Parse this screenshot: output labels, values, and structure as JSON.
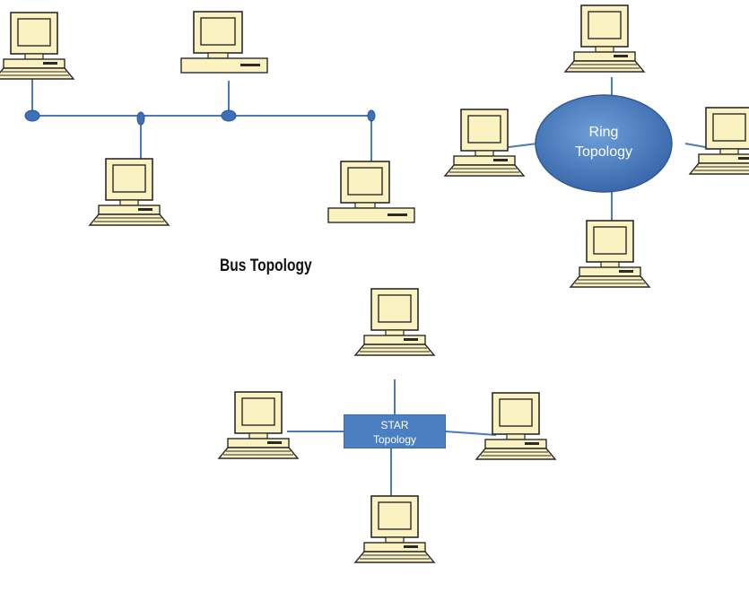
{
  "bus": {
    "label": "Bus Topology"
  },
  "ring": {
    "label_line1": "Ring",
    "label_line2": "Topology"
  },
  "star": {
    "label_line1": "STAR",
    "label_line2": "Topology"
  },
  "colors": {
    "cable": "#4a7ab8",
    "node_fill": "#3f6fb8",
    "ring_fill": "#4d7fc2",
    "star_fill": "#4a7fc1",
    "computer_fill": "#fbf2c2",
    "computer_outline": "#2a2a2a"
  },
  "icons": [
    "desktop-computer-icon"
  ]
}
